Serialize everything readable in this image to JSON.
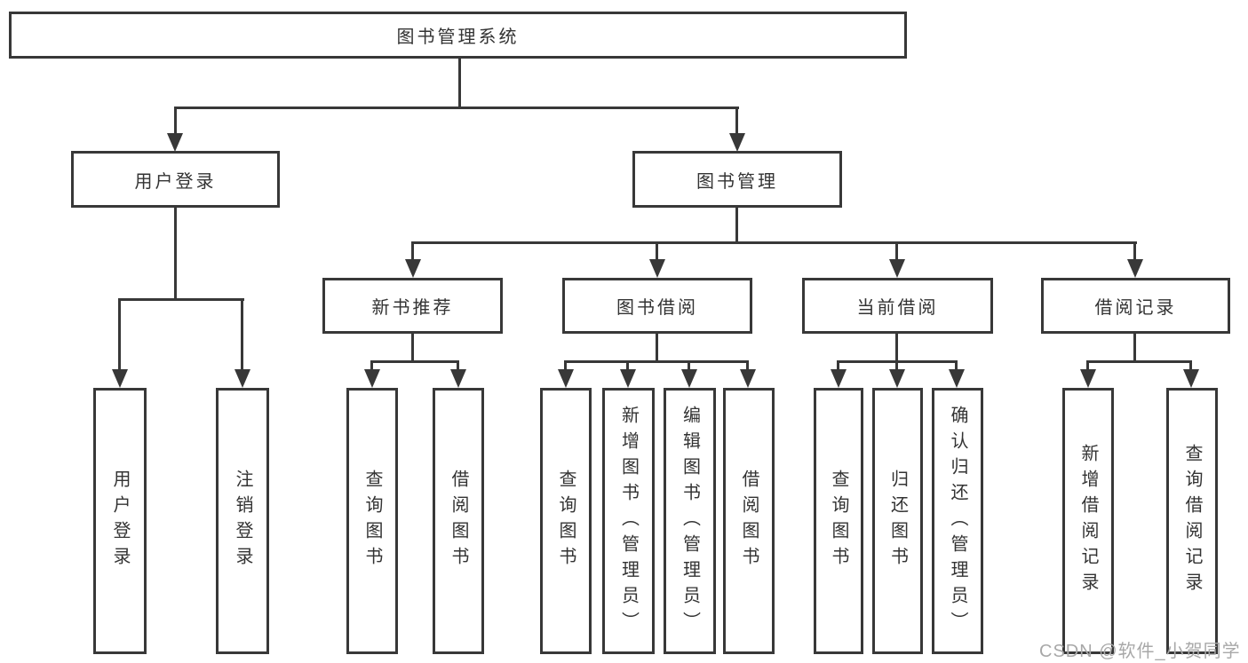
{
  "diagram": {
    "title": "图书管理系统",
    "branches": [
      {
        "label": "用户登录",
        "children": [
          "用户登录",
          "注销登录"
        ]
      },
      {
        "label": "图书管理",
        "groups": [
          {
            "label": "新书推荐",
            "children": [
              "查询图书",
              "借阅图书"
            ]
          },
          {
            "label": "图书借阅",
            "children": [
              "查询图书",
              "新增图书（管理员）",
              "编辑图书（管理员）",
              "借阅图书"
            ]
          },
          {
            "label": "当前借阅",
            "children": [
              "查询图书",
              "归还图书",
              "确认归还（管理员）"
            ]
          },
          {
            "label": "借阅记录",
            "children": [
              "新增借阅记录",
              "查询借阅记录"
            ]
          }
        ]
      }
    ]
  },
  "watermark": {
    "text": "CSDN @软件_小贺同学"
  },
  "colors": {
    "line": "#383838",
    "text": "#333333",
    "watermark": "#a8a8a8",
    "bg": "#ffffff"
  }
}
